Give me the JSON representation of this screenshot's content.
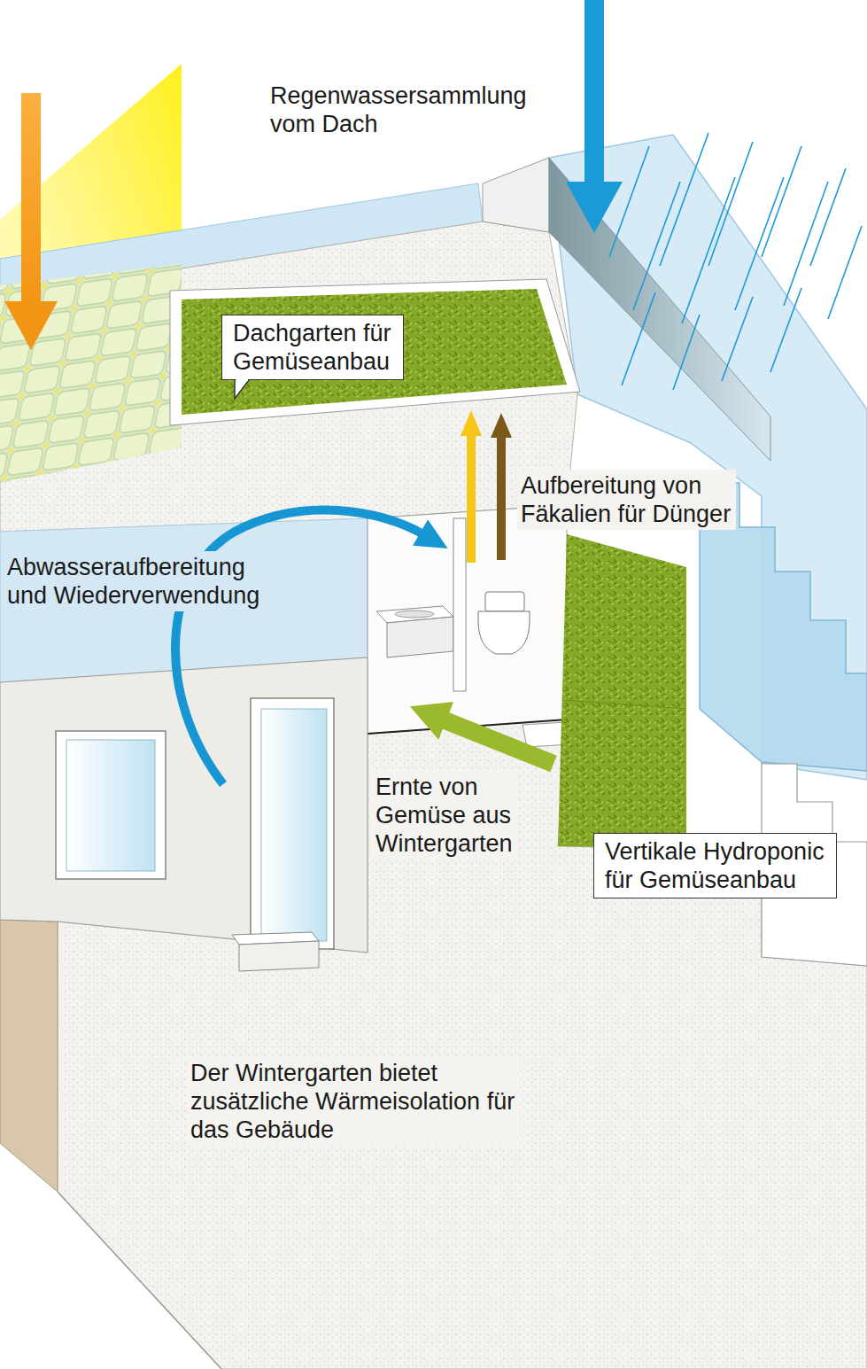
{
  "diagram": {
    "nodes": [
      {
        "text": [
          "Dachgarten für Gemüseanbau"
        ]
      },
      {
        "text": [
          "Vertikale Hydroponic für Gemüseanbau"
        ]
      }
    ],
    "labels": [
      "Regenwassersammlung vom Dach",
      "Aufbereitung von Fäkalien für Dünger",
      "Abwasseraufbereitung und Wiederverwendung",
      "Ernte von Gemüse aus Wintergarten",
      "Der Wintergarten bietet zusätzliche Wärmeisolation für das Gebäude"
    ]
  }
}
